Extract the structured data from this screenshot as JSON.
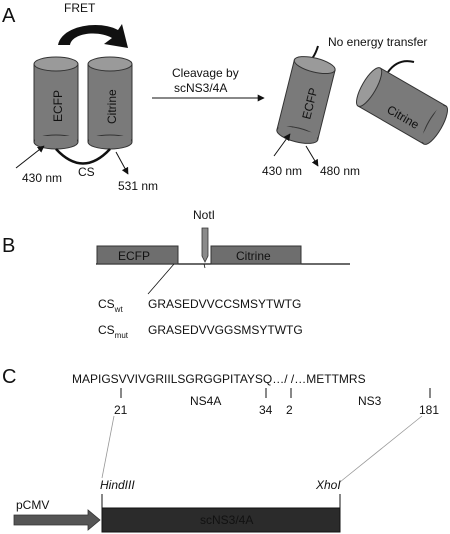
{
  "panels": {
    "a": "A",
    "b": "B",
    "c": "C"
  },
  "panel_a": {
    "fret": "FRET",
    "ecfp": "ECFP",
    "citrine": "Citrine",
    "cs": "CS",
    "excite_left": "430 nm",
    "emit_left": "531 nm",
    "cleavage_line1": "Cleavage by",
    "cleavage_line2": "scNS3/4A",
    "no_transfer": "No energy transfer",
    "ecfp_cleaved": "ECFP",
    "citrine_cleaved": "Citrine",
    "excite_right": "430 nm",
    "emit_right": "480 nm"
  },
  "panel_b": {
    "noti": "NotI",
    "ecfp": "ECFP",
    "citrine": "Citrine",
    "cs_wt_main": "CS",
    "cs_wt_sub": "wt",
    "cs_wt_seq": "GRASEDVVCCSMSYTWTG",
    "cs_mut_main": "CS",
    "cs_mut_sub": "mut",
    "cs_mut_seq": "GRASEDVVGGSMSYTWTG"
  },
  "panel_c": {
    "sequence": "MAPIGSVVIVGRIILSGRGGPITAYSQ…/ /…METTMRS",
    "pos_21": "21",
    "ns4a": "NS4A",
    "pos_34": "34",
    "pos_2": "2",
    "ns3": "NS3",
    "pos_181": "181",
    "hindiii": "HindIII",
    "xhoi": "XhoI",
    "pcmv": "pCMV",
    "construct": "scNS3/4A"
  },
  "colors": {
    "cylinder": "#7a7a7a",
    "cylinder_top": "#9a9a9a",
    "box": "#6e6e6e",
    "construct_bar": "#2b2b2b"
  }
}
